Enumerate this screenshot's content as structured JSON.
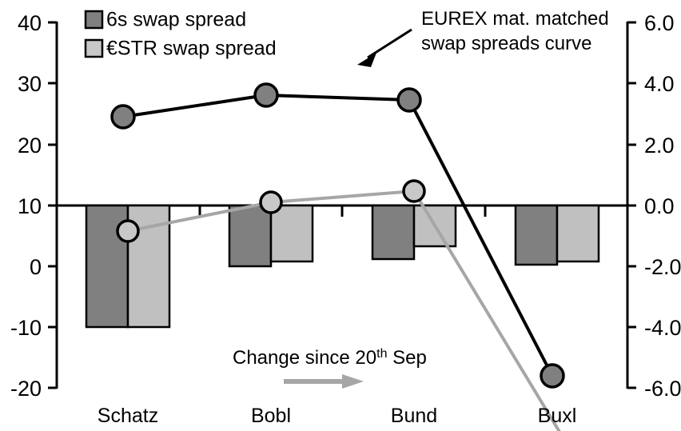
{
  "chart_data": {
    "type": "bar",
    "title": "",
    "subtitle": "",
    "xlabel": "",
    "ylabel": "",
    "grid": false,
    "categories": [
      "Schatz",
      "Bobl",
      "Bund",
      "Buxl"
    ],
    "left_axis": {
      "label": "",
      "ticks": [
        "40",
        "30",
        "20",
        "10",
        "0",
        "-10",
        "-20"
      ],
      "tick_values": [
        40,
        30,
        20,
        10,
        0,
        -10,
        -20
      ],
      "ylim": [
        -20,
        40
      ]
    },
    "right_axis": {
      "label": "",
      "ticks": [
        "6.0",
        "4.0",
        "2.0",
        "0.0",
        "-2.0",
        "-4.0",
        "-6.0"
      ],
      "tick_values": [
        6.0,
        4.0,
        2.0,
        0.0,
        -2.0,
        -4.0,
        -6.0
      ],
      "ylim": [
        -6.0,
        6.0
      ]
    },
    "bar_series": [
      {
        "name": "6s swap spread",
        "axis": "right",
        "color": "#808080",
        "values": [
          -4.0,
          -2.0,
          -1.75,
          -1.95
        ]
      },
      {
        "name": "€STR swap spread",
        "axis": "right",
        "color": "#c0c0c0",
        "values": [
          -4.0,
          -1.85,
          -1.35,
          -1.85
        ]
      }
    ],
    "line_series": [
      {
        "name": "EUREX mat. matched swap spreads curve",
        "axis": "left",
        "color": "#000000",
        "marker_color": "#808080",
        "values": [
          24.5,
          28.0,
          27.3,
          -18.0
        ]
      },
      {
        "name": "€STR swap spread line",
        "axis": "right",
        "color": "#a6a6a6",
        "marker_color": "#c8c8c8",
        "values": [
          -0.85,
          0.1,
          0.45,
          -7.3
        ]
      }
    ],
    "legend": {
      "position": "top-left",
      "entries": [
        {
          "label": "6s swap spread",
          "color": "#808080"
        },
        {
          "label": "€STR swap spread",
          "color": "#c0c0c0"
        }
      ]
    },
    "annotations": [
      {
        "name": "eurex-callout",
        "line1": "EUREX mat. matched",
        "line2": "swap spreads curve"
      },
      {
        "name": "change-since-callout",
        "text": "Change since 20",
        "superscript": "th",
        "text_after": " Sep"
      }
    ],
    "colors": {
      "dark_gray": "#808080",
      "light_gray": "#c0c0c0",
      "line_black": "#000000",
      "line_gray": "#a6a6a6",
      "background": "#ffffff"
    }
  }
}
